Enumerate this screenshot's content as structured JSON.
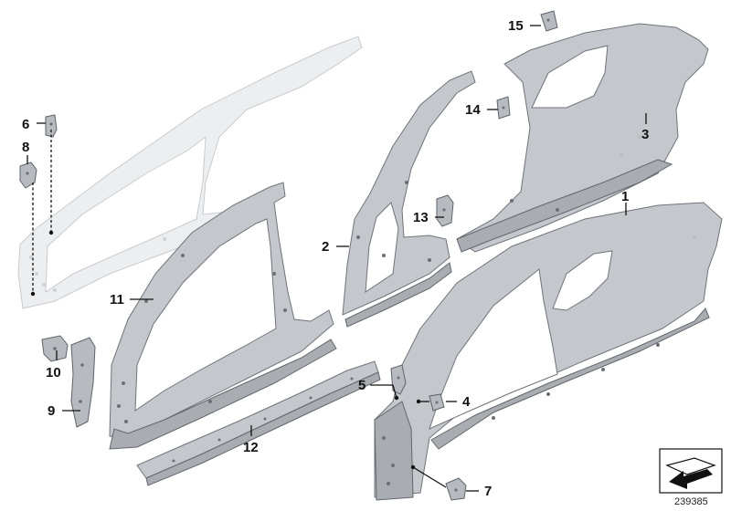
{
  "diagram": {
    "callouts": [
      {
        "id": "1",
        "label": "1"
      },
      {
        "id": "2",
        "label": "2"
      },
      {
        "id": "3",
        "label": "3"
      },
      {
        "id": "4",
        "label": "4"
      },
      {
        "id": "5",
        "label": "5"
      },
      {
        "id": "6",
        "label": "6"
      },
      {
        "id": "7",
        "label": "7"
      },
      {
        "id": "8",
        "label": "8"
      },
      {
        "id": "9",
        "label": "9"
      },
      {
        "id": "10",
        "label": "10"
      },
      {
        "id": "11",
        "label": "11"
      },
      {
        "id": "12",
        "label": "12"
      },
      {
        "id": "13",
        "label": "13"
      },
      {
        "id": "14",
        "label": "14"
      },
      {
        "id": "15",
        "label": "15"
      }
    ],
    "document_number": "239385",
    "colors": {
      "part_fill": "#c4c7cb",
      "part_dark": "#a9adb2",
      "ghost_fill": "#eceef0",
      "line": "#111111"
    },
    "icons": {
      "logo": "document-arrow-icon"
    }
  }
}
